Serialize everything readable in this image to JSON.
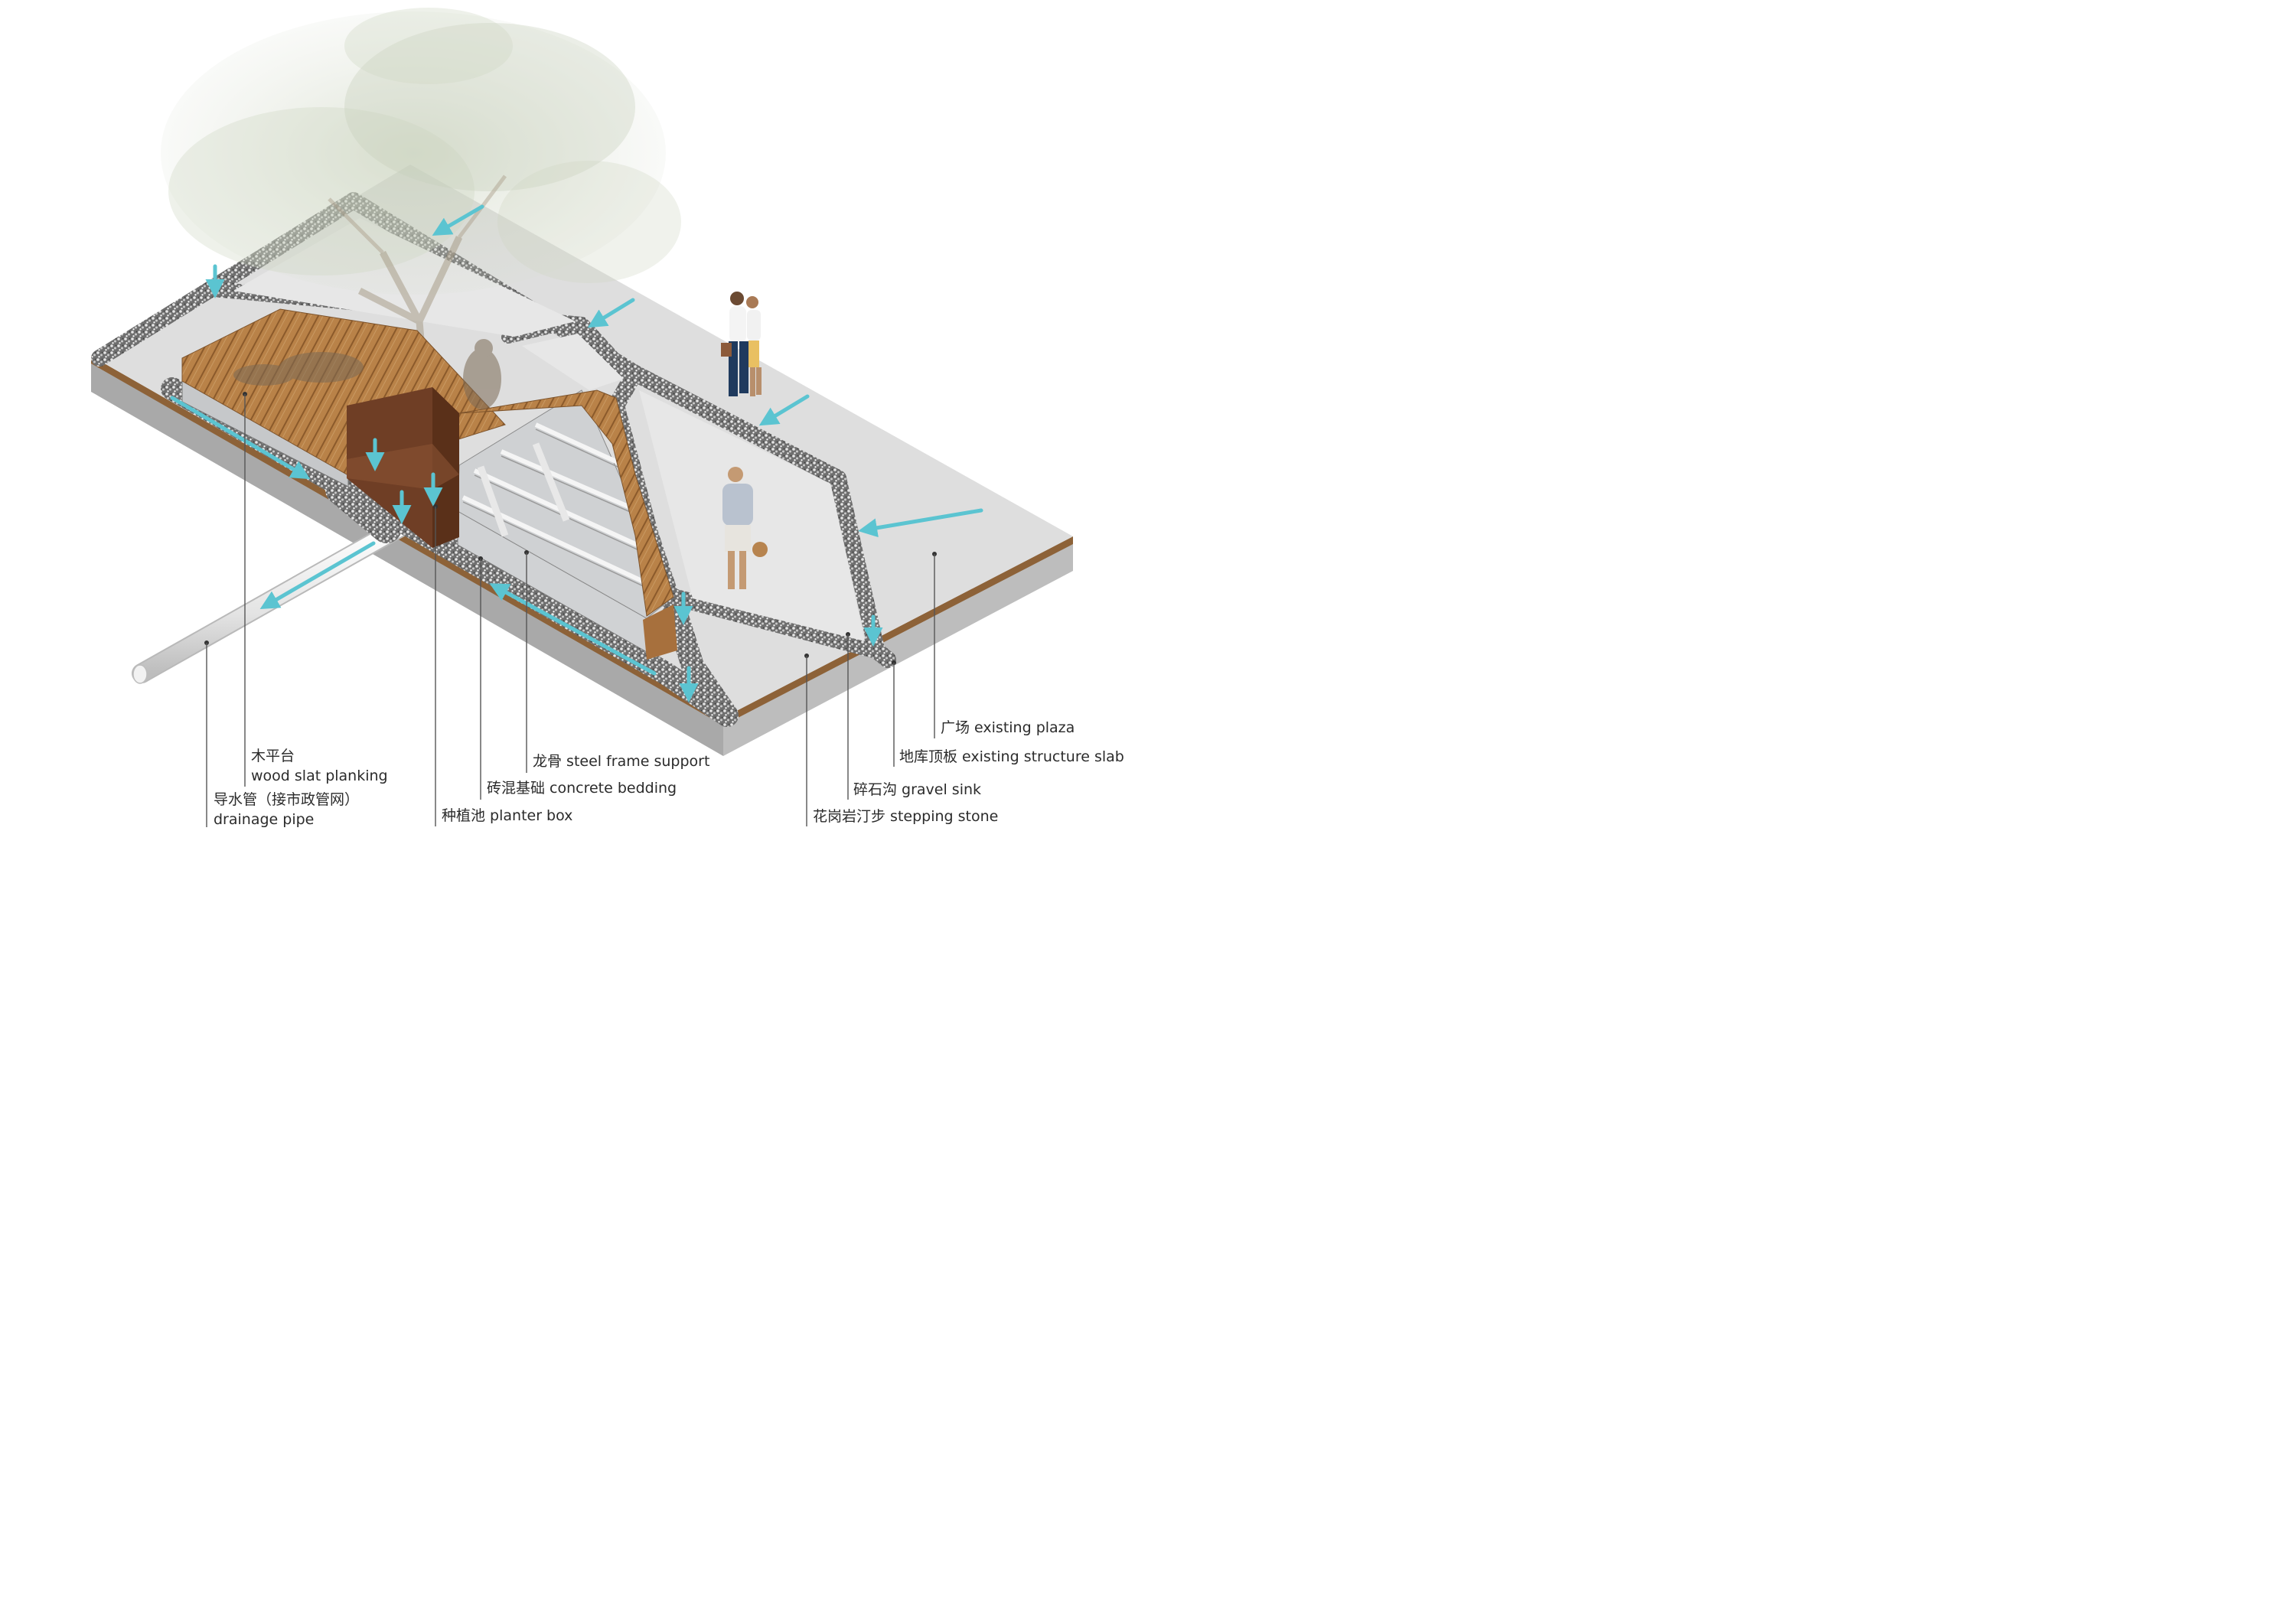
{
  "diagram": {
    "labels": {
      "wood_slat": {
        "zh": "木平台",
        "en": "wood slat planking"
      },
      "drainage_pipe": {
        "zh": "导水管（接市政管网）",
        "en": "drainage pipe"
      },
      "steel_frame": {
        "text": "龙骨 steel frame support"
      },
      "concrete_bedding": {
        "text": "砖混基础 concrete bedding"
      },
      "planter_box": {
        "text": "种植池 planter box"
      },
      "existing_plaza": {
        "text": "广场 existing plaza"
      },
      "structure_slab": {
        "text": "地库顶板 existing structure slab"
      },
      "gravel_sink": {
        "text": "碎石沟 gravel sink"
      },
      "stepping_stone": {
        "text": "花岗岩汀步 stepping stone"
      }
    },
    "colors": {
      "flow_arrow": "#5bc4d1",
      "plaza_surface": "#dcdcdc",
      "gravel": "#8c8c8c",
      "wood": "#b78149",
      "corten_planter": "#6e3d25",
      "slab": "#a8a8a8",
      "steel_box": "#c7c9cb"
    }
  }
}
